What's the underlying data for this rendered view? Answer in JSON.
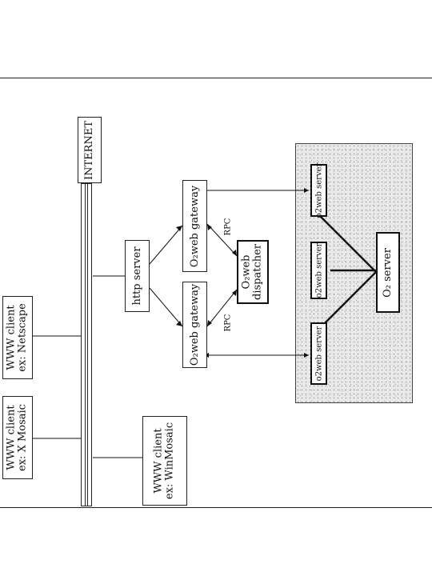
{
  "internet_label": "INTERNET",
  "clients": [
    {
      "line1": "WWW client",
      "line2": "ex: Netscape"
    },
    {
      "line1": "WWW client",
      "line2": "ex: X Mosaic"
    },
    {
      "line1": "WWW client",
      "line2": "ex: WinMosaic"
    }
  ],
  "http_server": "http server",
  "gateways": [
    "O₂web gateway",
    "O₂web gateway"
  ],
  "rpc_labels": [
    "RPC",
    "RPC"
  ],
  "dispatcher": {
    "line1": "O₂web",
    "line2": "dispatcher"
  },
  "web_servers": [
    "o2web server",
    "o2web server",
    "o2web server"
  ],
  "o2_server": "O₂ server"
}
